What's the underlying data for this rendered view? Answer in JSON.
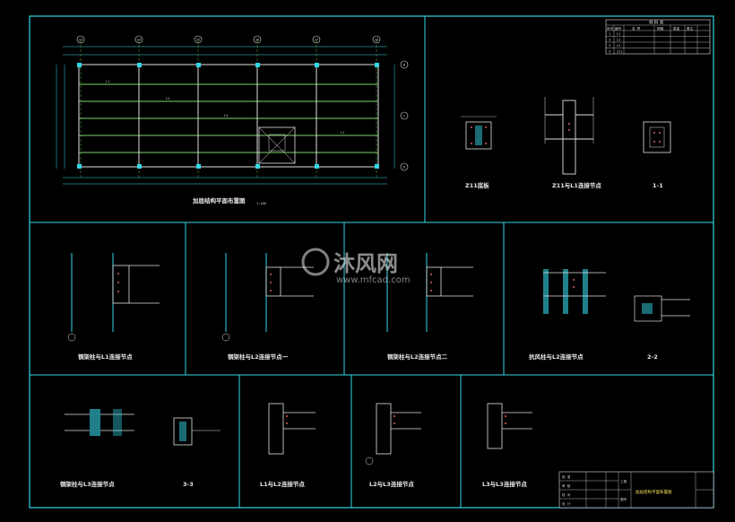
{
  "colors": {
    "background": "#000000",
    "frame": "#33d6e6",
    "beam_green": "#7bd96a",
    "text": "#e8e8e8",
    "dim_red": "#e05a5a",
    "accent_yellow": "#f0e050",
    "magenta": "#e060e0"
  },
  "plan": {
    "title": "加层结构平面布置图",
    "scale": "1:100",
    "grid_top": [
      "23",
      "24",
      "25",
      "26",
      "27",
      "28"
    ],
    "grid_right": [
      "B",
      "C",
      "D"
    ],
    "beam_labels": [
      "L1",
      "L2",
      "L3"
    ]
  },
  "material_table": {
    "title": "材 料 表",
    "headers": [
      "序号",
      "编号",
      "名 称",
      "规格",
      "数量",
      "备注"
    ],
    "rows": [
      [
        "1",
        "L1",
        "",
        ""
      ],
      [
        "2",
        "L2",
        "",
        ""
      ],
      [
        "3",
        "L3",
        "",
        ""
      ],
      [
        "4",
        "Z11",
        "",
        ""
      ]
    ]
  },
  "details": {
    "z11_base": "Z11底板",
    "z11_l1": "Z11与L1连接节点",
    "sec_1_1": "1-1",
    "col_l1": "钢架柱与L1连接节点",
    "col_l2_1": "钢架柱与L2连接节点一",
    "col_l2_2": "钢架柱与L2连接节点二",
    "wind_l2": "抗风柱与L2连接节点",
    "sec_2_2": "2-2",
    "col_l3": "钢架柱与L3连接节点",
    "sec_3_3": "3-3",
    "l1_l2": "L1与L2连接节点",
    "l2_l3": "L2与L3连接节点",
    "l3_l3": "L3与L3连接节点"
  },
  "title_block": {
    "drawing_name": "加层结构平面布置图",
    "rows": [
      "批 准",
      "审 核",
      "校 对",
      "设 计"
    ],
    "mid_labels": [
      "工程",
      "图号"
    ]
  },
  "watermark": {
    "brand": "沐风网",
    "url": "www.mfcad.com"
  }
}
